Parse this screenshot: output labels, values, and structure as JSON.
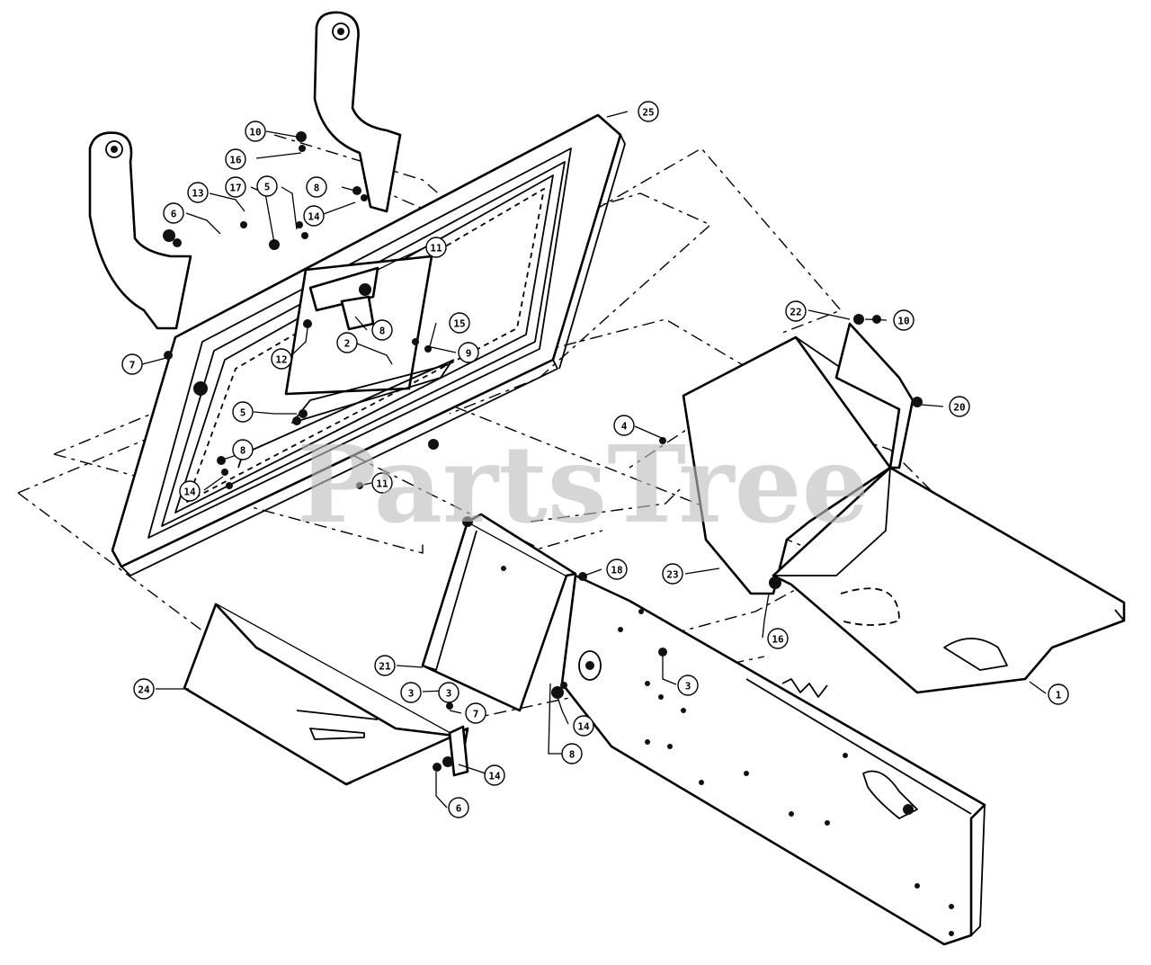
{
  "watermark": {
    "text": "PartsTree"
  },
  "callouts": [
    {
      "number": "1"
    },
    {
      "number": "2"
    },
    {
      "number": "3"
    },
    {
      "number": "3"
    },
    {
      "number": "3"
    },
    {
      "number": "4"
    },
    {
      "number": "5"
    },
    {
      "number": "5"
    },
    {
      "number": "6"
    },
    {
      "number": "6"
    },
    {
      "number": "7"
    },
    {
      "number": "7"
    },
    {
      "number": "8"
    },
    {
      "number": "8"
    },
    {
      "number": "8"
    },
    {
      "number": "8"
    },
    {
      "number": "9"
    },
    {
      "number": "10"
    },
    {
      "number": "10"
    },
    {
      "number": "11"
    },
    {
      "number": "11"
    },
    {
      "number": "12"
    },
    {
      "number": "13"
    },
    {
      "number": "14"
    },
    {
      "number": "14"
    },
    {
      "number": "14"
    },
    {
      "number": "14"
    },
    {
      "number": "15"
    },
    {
      "number": "16"
    },
    {
      "number": "16"
    },
    {
      "number": "17"
    },
    {
      "number": "18"
    },
    {
      "number": "20"
    },
    {
      "number": "21"
    },
    {
      "number": "22"
    },
    {
      "number": "23"
    },
    {
      "number": "24"
    },
    {
      "number": "25"
    }
  ]
}
